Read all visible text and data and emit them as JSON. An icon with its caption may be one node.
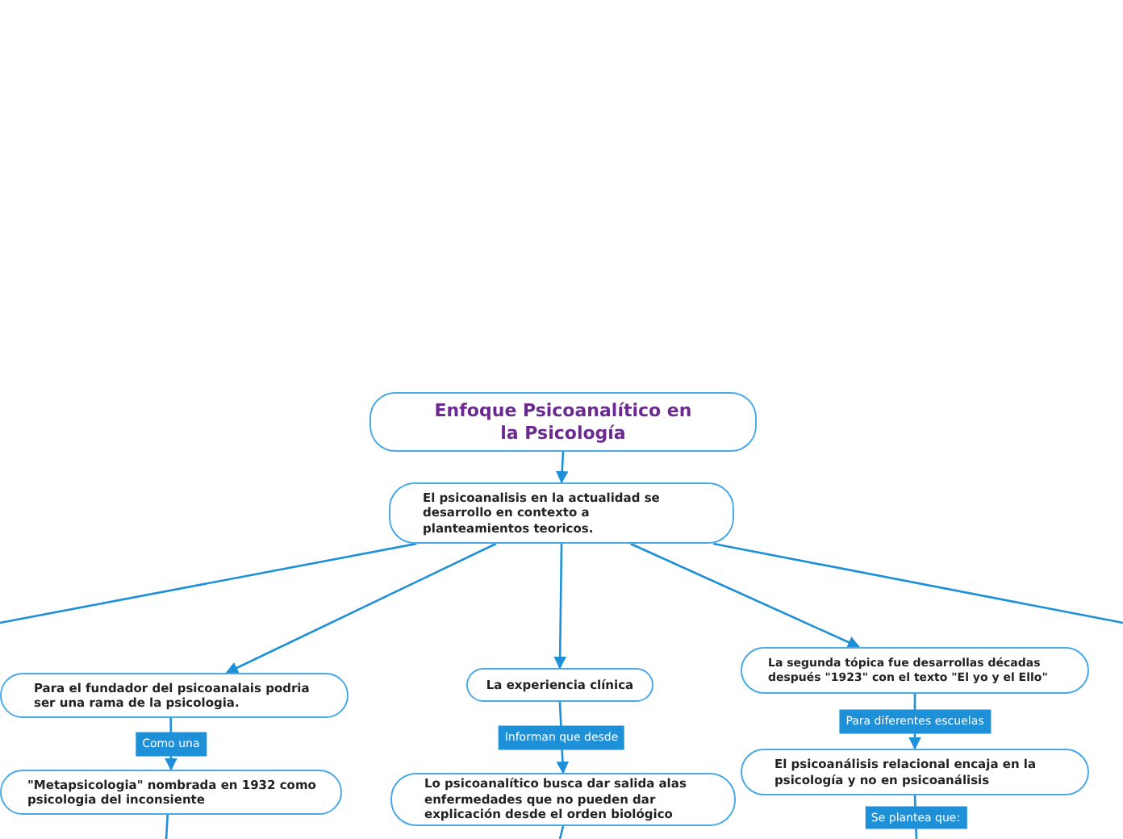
{
  "diagram": {
    "nodes": [
      {
        "text": [
          "Enfoque Psicoanalítico en la Psicología"
        ]
      },
      {
        "text": [
          "El psicoanalisis en la actualidad se desarrollo en contexto a planteamientos teoricos."
        ]
      },
      {
        "text": [
          "Para el fundador del psicoanalais podria ser una rama de la psicologia."
        ]
      },
      {
        "text": [
          "\"Metapsicologia\" nombrada en 1932 como psicologia del inconsiente"
        ]
      },
      {
        "text": [
          "La experiencia clínica"
        ]
      },
      {
        "text": [
          "Lo psicoanalítico busca dar salida alas enfermedades que no pueden dar explicación desde el orden biológico"
        ]
      },
      {
        "text": [
          "La segunda tópica fue desarrollas  décadas después \"1923\" con el texto \"El yo y el Ello\""
        ]
      },
      {
        "text": [
          "El psicoanálisis relacional encaja en la psicología y no en psicoanálisis"
        ]
      }
    ],
    "edges": [
      {
        "from": 0,
        "to": 1,
        "arrow": "to"
      },
      {
        "from": 1,
        "to": null,
        "arrow": "none"
      },
      {
        "from": 1,
        "to": 2,
        "arrow": "to"
      },
      {
        "from": 1,
        "to": 4,
        "arrow": "to"
      },
      {
        "from": 1,
        "to": 6,
        "arrow": "to"
      },
      {
        "from": 1,
        "to": null,
        "arrow": "none"
      },
      {
        "from": 2,
        "to": 3,
        "arrow": "to",
        "label": "Como una"
      },
      {
        "from": 4,
        "to": 5,
        "arrow": "to",
        "label": "Informan que desde"
      },
      {
        "from": 6,
        "to": 7,
        "arrow": "to",
        "label": "Para diferentes escuelas"
      },
      {
        "from": 7,
        "to": null,
        "arrow": "none",
        "label": "Se plantea que:"
      },
      {
        "from": 5,
        "to": null,
        "arrow": "none"
      },
      {
        "from": 3,
        "to": null,
        "arrow": "none"
      }
    ]
  }
}
